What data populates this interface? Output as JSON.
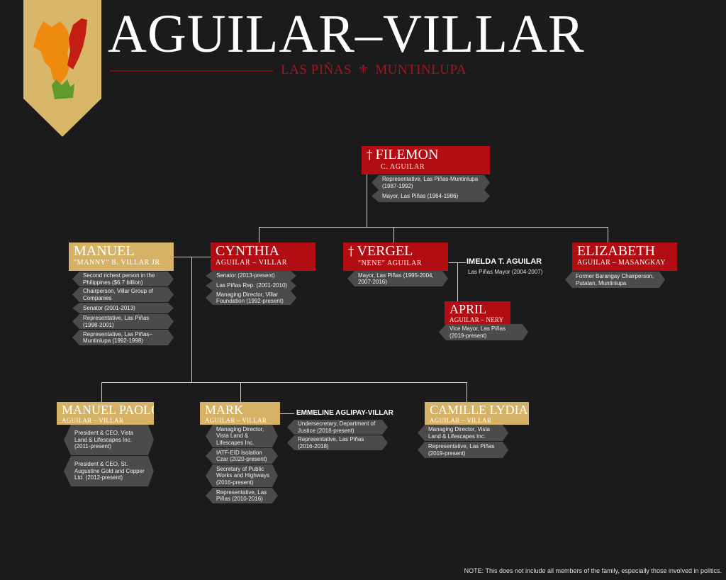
{
  "header": {
    "title": "AGUILAR–VILLAR",
    "subtitle_left": "LAS PIÑAS",
    "subtitle_right": "MUNTINLUPA",
    "fleur": "⚜",
    "map_icon": "las-pinas-muntinlupa-map-icon"
  },
  "colors": {
    "background": "#1b1b1b",
    "red": "#b20d13",
    "gold": "#d5b265",
    "role": "#4b4b4b"
  },
  "people": {
    "filemon": {
      "first": "FILEMON",
      "last": "C. AGUILAR",
      "deceased": "†",
      "roles": [
        "Representative, Las Piñas-Muntinlupa (1987-1992)",
        "Mayor, Las Piñas (1964-1986)"
      ]
    },
    "manuel": {
      "first": "MANUEL",
      "last": "\"MANNY\" B. VILLAR JR.",
      "roles": [
        "Second richest person in the Philippines ($6.7 billion)",
        "Chairperson, Villar Group of Companies",
        "Senator (2001-2013)",
        "Representative, Las Piñas (1998-2001)",
        "Representative, Las Piñas–Muntinlupa (1992-1998)"
      ]
    },
    "cynthia": {
      "first": "CYNTHIA",
      "last": "AGUILAR – VILLAR",
      "roles": [
        "Senator (2013-present)",
        "Las Piñas Rep. (2001-2010)",
        "Managing Director, Villar Foundation (1992-present)"
      ]
    },
    "vergel": {
      "first": "VERGEL",
      "last": "\"NENE\" AGUILAR",
      "deceased": "†",
      "roles": [
        "Mayor, Las Piñas (1995-2004, 2007-2016)"
      ]
    },
    "imelda": {
      "name": "IMELDA T. AGUILAR",
      "role": "Las Piñas Mayor (2004-2007)"
    },
    "april": {
      "first": "APRIL",
      "last": "AGUILAR – NERY",
      "roles": [
        "Vice Mayor, Las Piñas (2019-present)"
      ]
    },
    "elizabeth": {
      "first": "ELIZABETH",
      "last": "AGUILAR – MASANGKAY",
      "roles": [
        "Former Barangay Chairperson, Putatan, Muntinlupa"
      ]
    },
    "paolo": {
      "first": "MANUEL PAOLO",
      "last": "AGUILAR – VILLAR",
      "roles": [
        "President & CEO, Vista Land & Lifescapes Inc. (2011-present)",
        "President & CEO, St. Augustine Gold and Copper Ltd. (2012-present)"
      ]
    },
    "mark": {
      "first": "MARK",
      "last": "AGUILAR – VILLAR",
      "roles": [
        "Managing Director, Vista Land & Lifescapes Inc.",
        "IATF-EID Isolation Czar (2020-present)",
        "Secretary of Public Works and Highways (2016-present)",
        "Representative, Las Piñas (2010-2016)"
      ]
    },
    "emmeline": {
      "name": "EMMELINE AGLIPAY-VILLAR",
      "roles": [
        "Undersecretary, Department of Justice (2018-present)",
        "Representative, Las Piñas (2016-2018)"
      ]
    },
    "camille": {
      "first": "CAMILLE LYDIA",
      "last": "AGUILAR – VILLAR",
      "roles": [
        "Managing Director, Vista Land & Lifescapes Inc.",
        "Representative, Las Piñas (2019-present)"
      ]
    }
  },
  "note": "NOTE: This does not include all members of the family, especially those involved in politics."
}
